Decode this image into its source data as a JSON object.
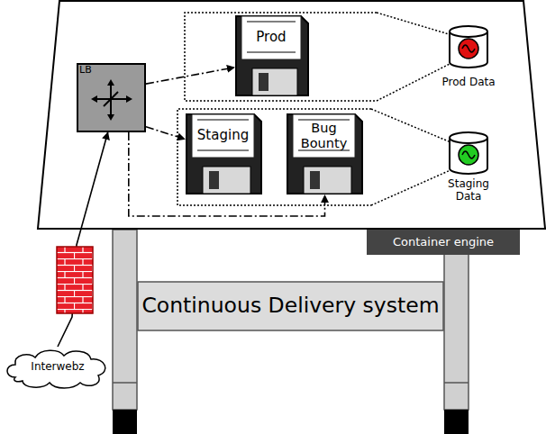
{
  "diagram": {
    "nodes": [
      {
        "text": [
          "LB"
        ]
      },
      {
        "text": [
          "Prod"
        ]
      },
      {
        "text": [
          "Staging"
        ]
      },
      {
        "text": [
          "Bug Bounty"
        ]
      },
      {
        "text": [
          "Prod Data"
        ]
      },
      {
        "text": [
          "Staging Data"
        ]
      },
      {
        "text": [
          "Container engine"
        ]
      },
      {
        "text": [
          "Continuous Delivery system"
        ]
      },
      {
        "text": [
          "Interwebz"
        ]
      }
    ],
    "edges": [
      {
        "from": 0,
        "to": 1,
        "arrow": "to"
      },
      {
        "from": 0,
        "to": 2,
        "arrow": "to"
      },
      {
        "from": 0,
        "to": 3,
        "arrow": "to"
      },
      {
        "from": 8,
        "to": 0,
        "arrow": "to"
      }
    ]
  }
}
